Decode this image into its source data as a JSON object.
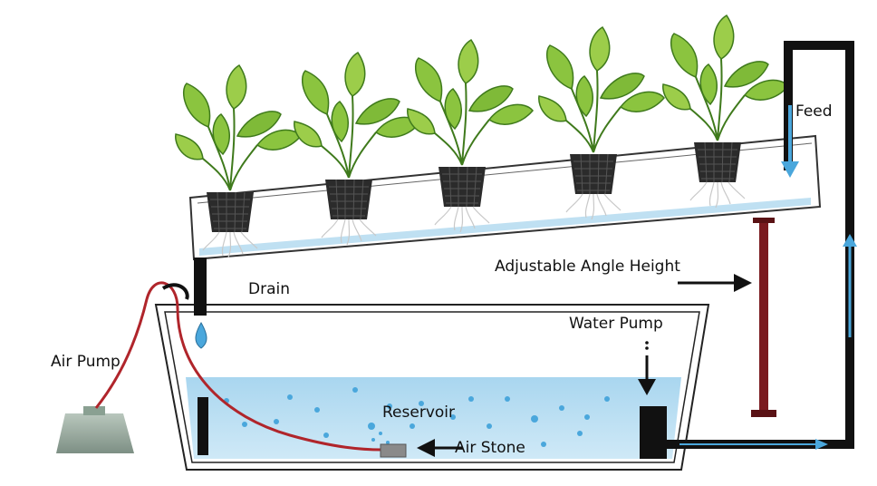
{
  "labels": {
    "feed": "Feed",
    "adjustable_angle_height": "Adjustable Angle Height",
    "drain": "Drain",
    "water_pump": "Water Pump",
    "air_pump": "Air Pump",
    "reservoir": "Reservoir",
    "air_stone": "Air Stone"
  },
  "colors": {
    "water": "#bfe0f2",
    "water_dark": "#7cc0e6",
    "pipe": "#111111",
    "air_line": "#b0252b",
    "plant": "#8bc43f",
    "plant_dark": "#3f7a1c",
    "pot": "#2b2b2b",
    "flow_arrow": "#4aa7dc"
  },
  "plant_count": 5
}
